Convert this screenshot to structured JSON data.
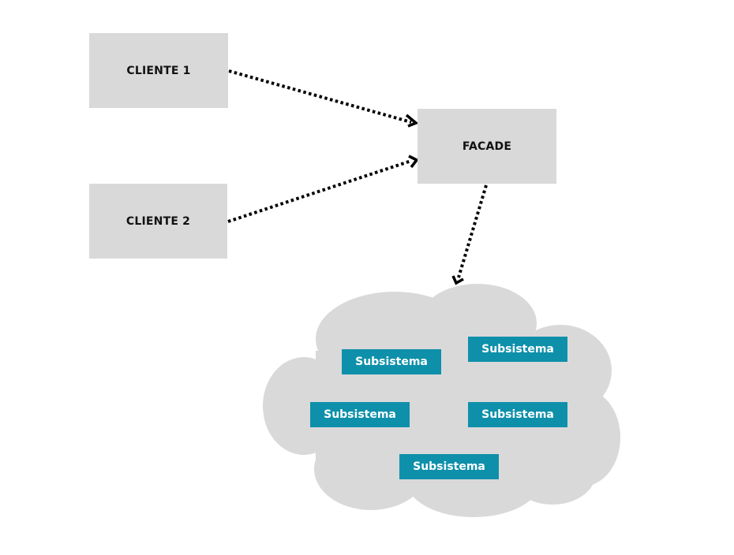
{
  "colors": {
    "box_fill": "#d9d9d9",
    "cloud_fill": "#d9d9d9",
    "subsystem_fill": "#0e90ab",
    "subsystem_text": "#ffffff",
    "arrow": "#000000"
  },
  "nodes": {
    "client1": "CLIENTE 1",
    "client2": "CLIENTE 2",
    "facade": "FACADE"
  },
  "subsystems": [
    "Subsistema",
    "Subsistema",
    "Subsistema",
    "Subsistema",
    "Subsistema"
  ],
  "edges": [
    {
      "from": "CLIENTE 1",
      "to": "FACADE",
      "style": "dotted-arrow"
    },
    {
      "from": "CLIENTE 2",
      "to": "FACADE",
      "style": "dotted-arrow"
    },
    {
      "from": "FACADE",
      "to": "Subsistema",
      "style": "dotted-arrow"
    }
  ]
}
